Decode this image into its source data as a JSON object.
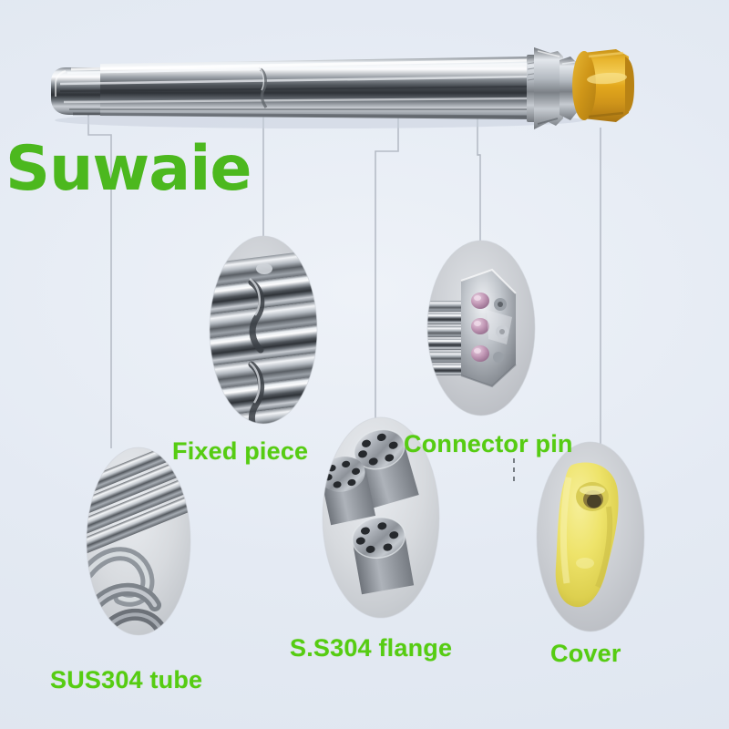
{
  "meta": {
    "subject": "Electric tubular immersion heating element with flange and cover",
    "background_color": "#e4eaf3"
  },
  "brand": {
    "name": "Suwaie",
    "color": "#4cb81e"
  },
  "label_color": "#56cc12",
  "callouts": [
    {
      "id": "fixed-piece",
      "label": "Fixed piece",
      "detail": "stainless steel tube bundle with welded retaining clip"
    },
    {
      "id": "connector-pin",
      "label": "Connector pin",
      "detail": "terminal head with pink ceramic insulators and screw terminals"
    },
    {
      "id": "sus304-tube",
      "label": "SUS304 tube",
      "detail": "polished stainless steel U-bend heating tubes"
    },
    {
      "id": "ss304-flange",
      "label": "S.S304 flange",
      "detail": "three stainless steel flange discs with six bolt holes each"
    },
    {
      "id": "cover",
      "label": "Cover",
      "detail": "yellow plastic terminal cover cap with cable entry hole"
    }
  ],
  "product": {
    "tube_color": "#b9bec4",
    "cover_color": "#d6a11c",
    "flange_color": "#a9adb3"
  },
  "leader_lines": {
    "color": "#b6bcc6",
    "width": 1.6
  }
}
